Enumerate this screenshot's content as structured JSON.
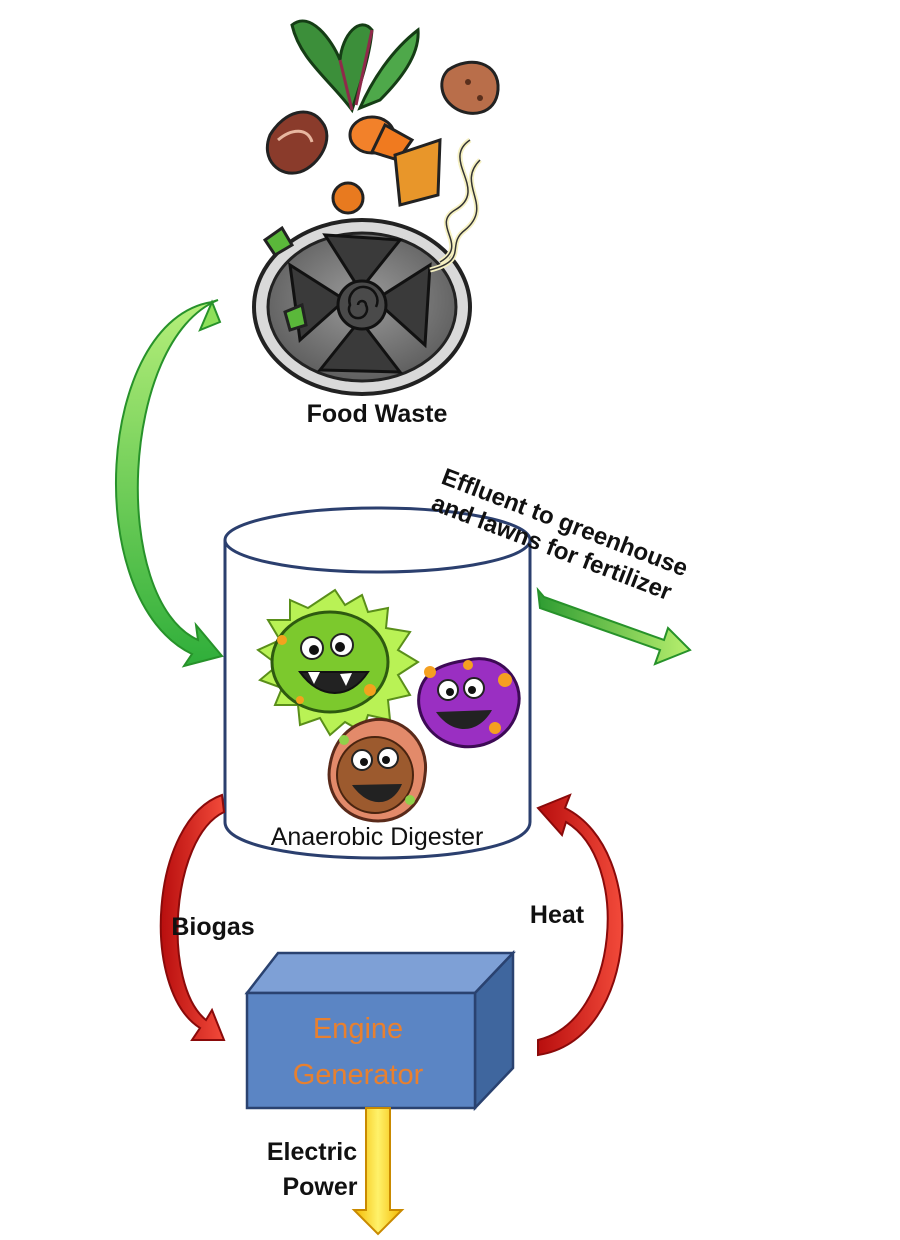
{
  "labels": {
    "food_waste": "Food Waste",
    "digester": "Anaerobic Digester",
    "effluent_line1": "Effluent to greenhouse",
    "effluent_line2": "and lawns for fertilizer",
    "biogas": "Biogas",
    "heat": "Heat",
    "engine_line1": "Engine",
    "engine_line2": "Generator",
    "electric_line1": "Electric",
    "electric_line2": "Power"
  },
  "colors": {
    "green_arrow": "#4cbf3a",
    "red_arrow": "#d81515",
    "yellow_arrow": "#f7d21a",
    "engine_front": "#5b85c4",
    "engine_top": "#7ea0d6",
    "engine_side": "#3f669e",
    "engine_text": "#e8802f",
    "cylinder_stroke": "#2b3f6e"
  },
  "icons": {
    "food_waste_illustration": "food-waste-garbage-disposal",
    "microbes": [
      "green-microbe",
      "purple-microbe",
      "brown-microbe"
    ]
  }
}
